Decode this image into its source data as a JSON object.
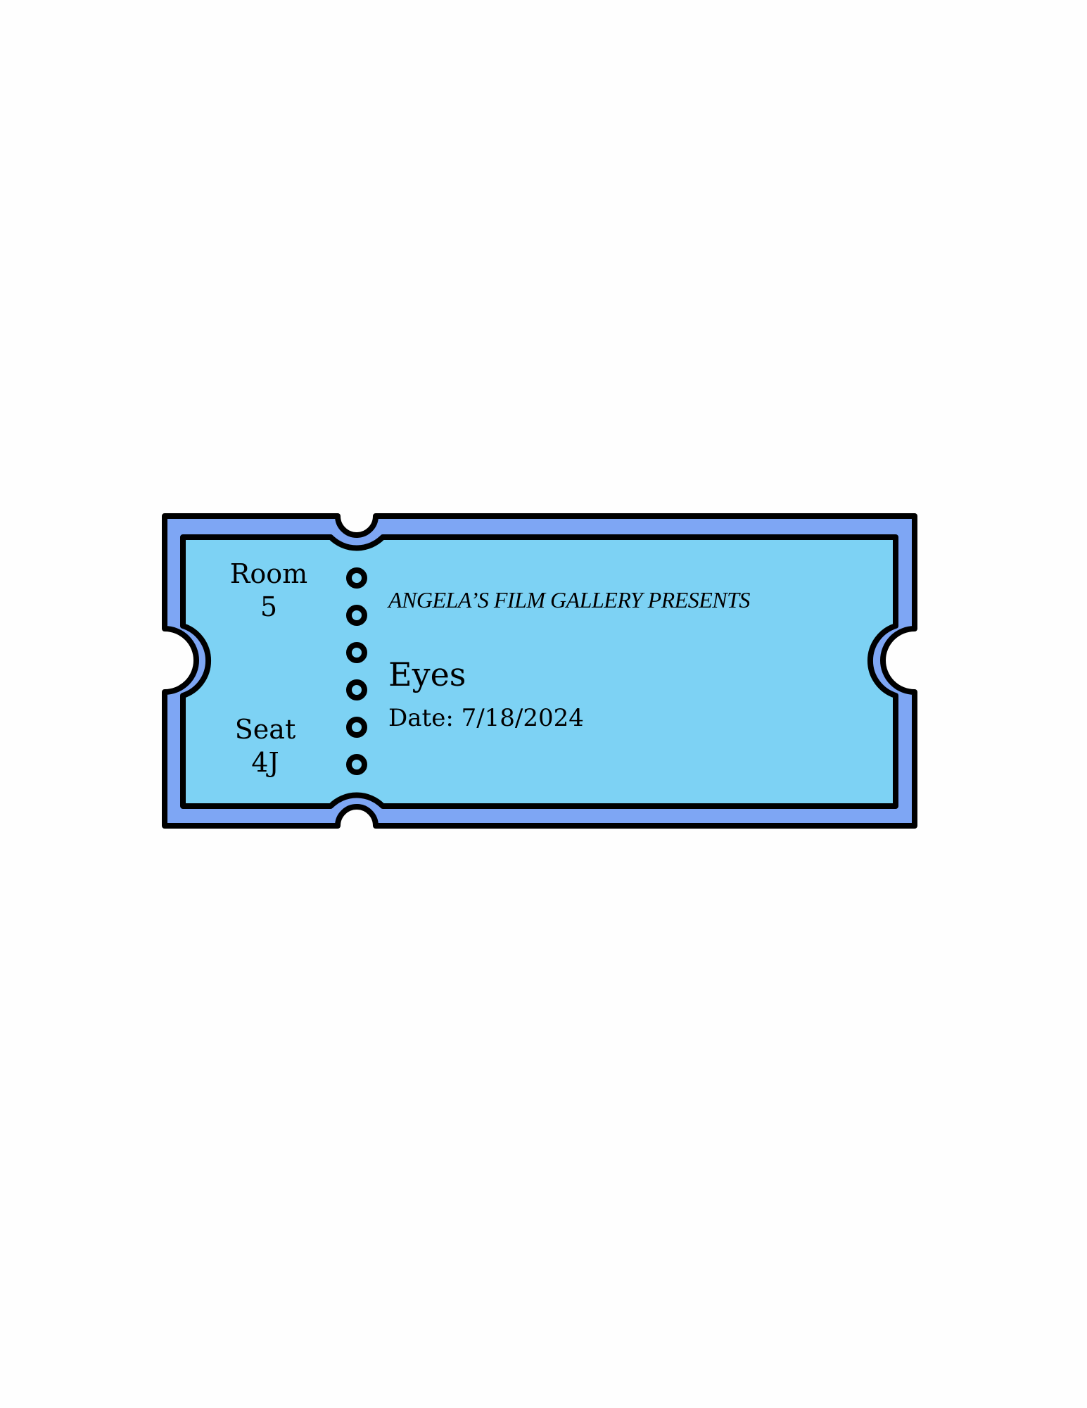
{
  "ticket": {
    "room_label": "Room",
    "room_value": "5",
    "seat_label": "Seat",
    "seat_value": "4J",
    "presents": "ANGELA’S FILM GALLERY PRESENTS",
    "film_title": "Eyes",
    "date_text": "Date: 7/18/2024"
  },
  "colors": {
    "page_background": "#fefefe",
    "ticket_border": "#7ea6f4",
    "ticket_fill": "#7dd2f4",
    "outline": "#000000"
  },
  "icons": {
    "perforation": "perforation-hole-icon"
  }
}
